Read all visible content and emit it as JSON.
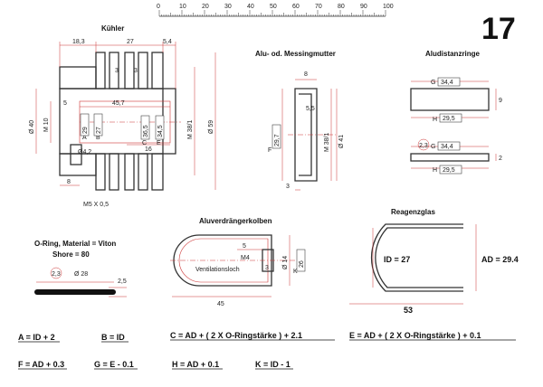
{
  "page_number": "17",
  "scale": {
    "ticks": [
      "0",
      "10",
      "20",
      "30",
      "40",
      "50",
      "60",
      "70",
      "80",
      "90",
      "100"
    ]
  },
  "cooler": {
    "title": "Kühler",
    "dims": {
      "d183": "18,3",
      "d27": "27",
      "d54": "5,4",
      "d3a": "3",
      "d3b": "3",
      "d5": "5",
      "d457": "45,7",
      "d8": "8",
      "d16": "16",
      "d40": "Ø 40",
      "d59": "Ø 59",
      "m38": "M 38/1",
      "m10": "M 10",
      "m5": "M5 X 0,5",
      "d42": "Ø4,2",
      "a": "A",
      "a_val": "29",
      "b": "B",
      "b_val": "27",
      "c": "C",
      "c_val": "36,5",
      "e": "E",
      "e_val": "34,5"
    }
  },
  "nut": {
    "title": "Alu- od. Messingmutter",
    "dims": {
      "d8": "8",
      "d55": "5,5",
      "f": "F",
      "f_val": "29,7",
      "m38": "M 38/1",
      "d41": "Ø 41",
      "d3": "3"
    }
  },
  "spacer": {
    "title": "Aludistanzringe",
    "dims": {
      "g": "G",
      "g_val": "34,4",
      "h": "H",
      "h_val": "29,5",
      "d9": "9",
      "d2": "2",
      "o23": "2,3",
      "g2": "G",
      "g2_val": "34,4",
      "h2": "H",
      "h2_val": "29,5"
    }
  },
  "oring": {
    "title": "O-Ring, Material = Viton",
    "shore": "Shore = 80",
    "d23": "2,3",
    "d28": "Ø 28",
    "d25": "2,5"
  },
  "piston": {
    "title": "Aluverdrängerkolben",
    "vent": "Ventilationsloch",
    "d5": "5",
    "m4": "M4",
    "d3": "3",
    "d14": "Ø 14",
    "k": "K",
    "k_val": "26",
    "d45": "45"
  },
  "glass": {
    "title": "Reagenzglas",
    "id": "ID = 27",
    "ad": "AD = 29.4",
    "len": "53"
  },
  "formulas": [
    "A = ID + 2",
    "B = ID",
    "C = AD + ( 2 X O-Ringstärke ) + 2.1",
    "E = AD + ( 2 X O-Ringstärke ) + 0.1",
    "F = AD + 0.3",
    "G = E - 0.1",
    "H = AD + 0.1",
    "K = ID - 1"
  ]
}
